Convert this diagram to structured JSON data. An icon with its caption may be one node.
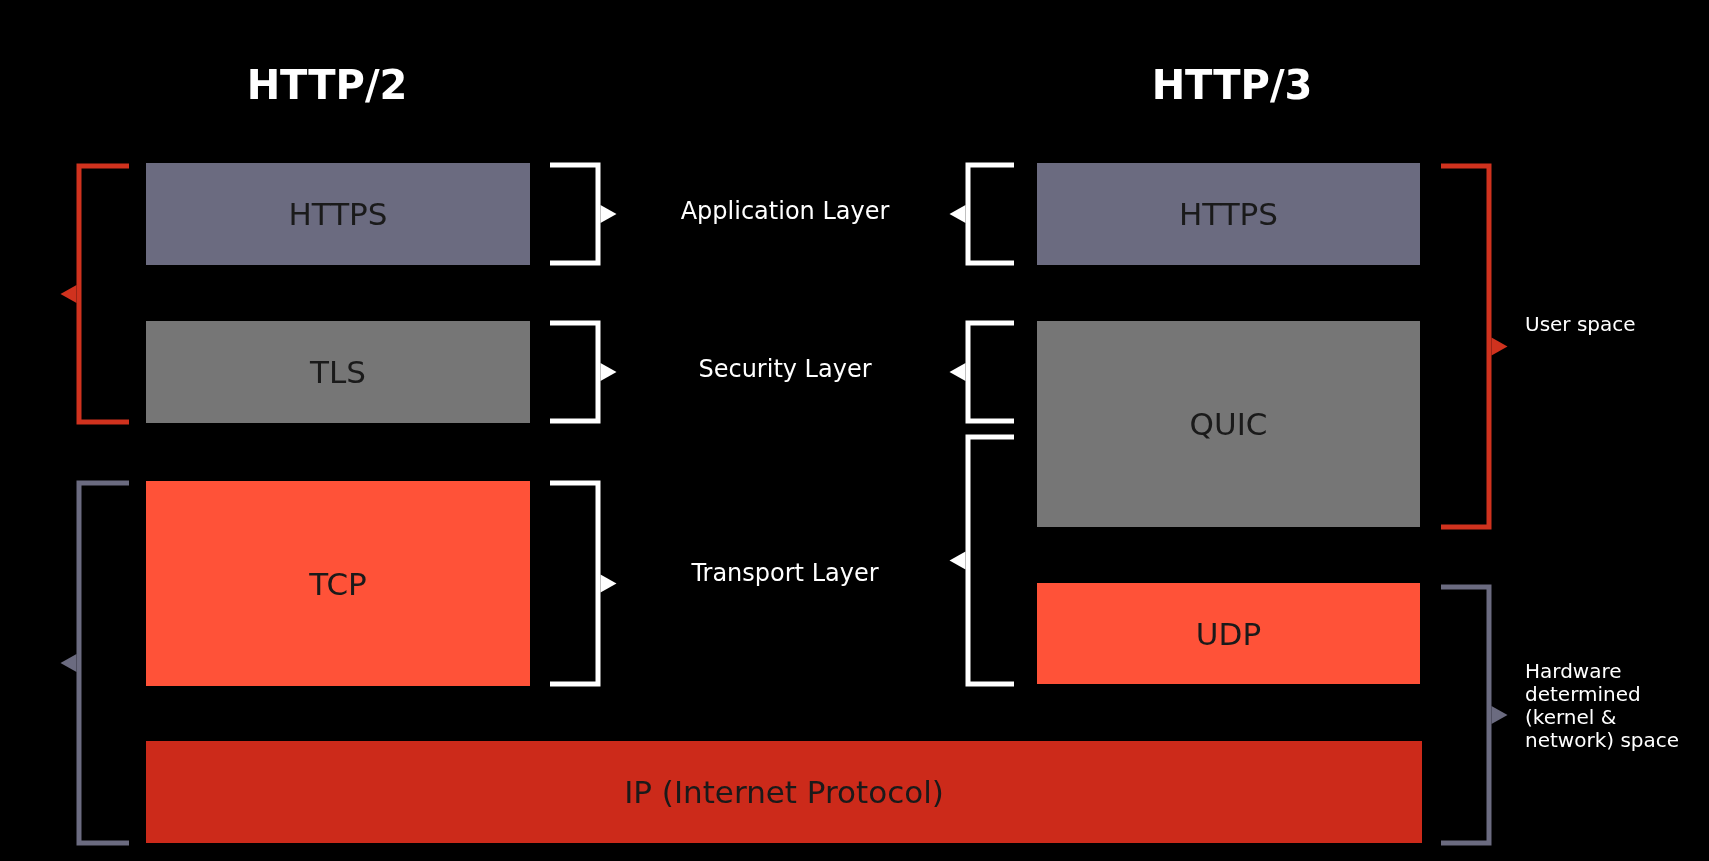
{
  "diagram": {
    "nodes": [
      {
        "text": [
          "HTTPS"
        ]
      },
      {
        "text": [
          "TLS"
        ]
      },
      {
        "text": [
          "TCP"
        ]
      },
      {
        "text": [
          "HTTPS"
        ]
      },
      {
        "text": [
          "QUIC"
        ]
      },
      {
        "text": [
          "UDP"
        ]
      },
      {
        "text": [
          "IP (Internet Protocol)"
        ]
      }
    ],
    "labels": [
      "HTTP/2",
      "HTTP/3",
      "Application Layer",
      "Security Layer",
      "User space",
      "Transport Layer",
      "Hardware determined (kernel & network) space"
    ]
  }
}
